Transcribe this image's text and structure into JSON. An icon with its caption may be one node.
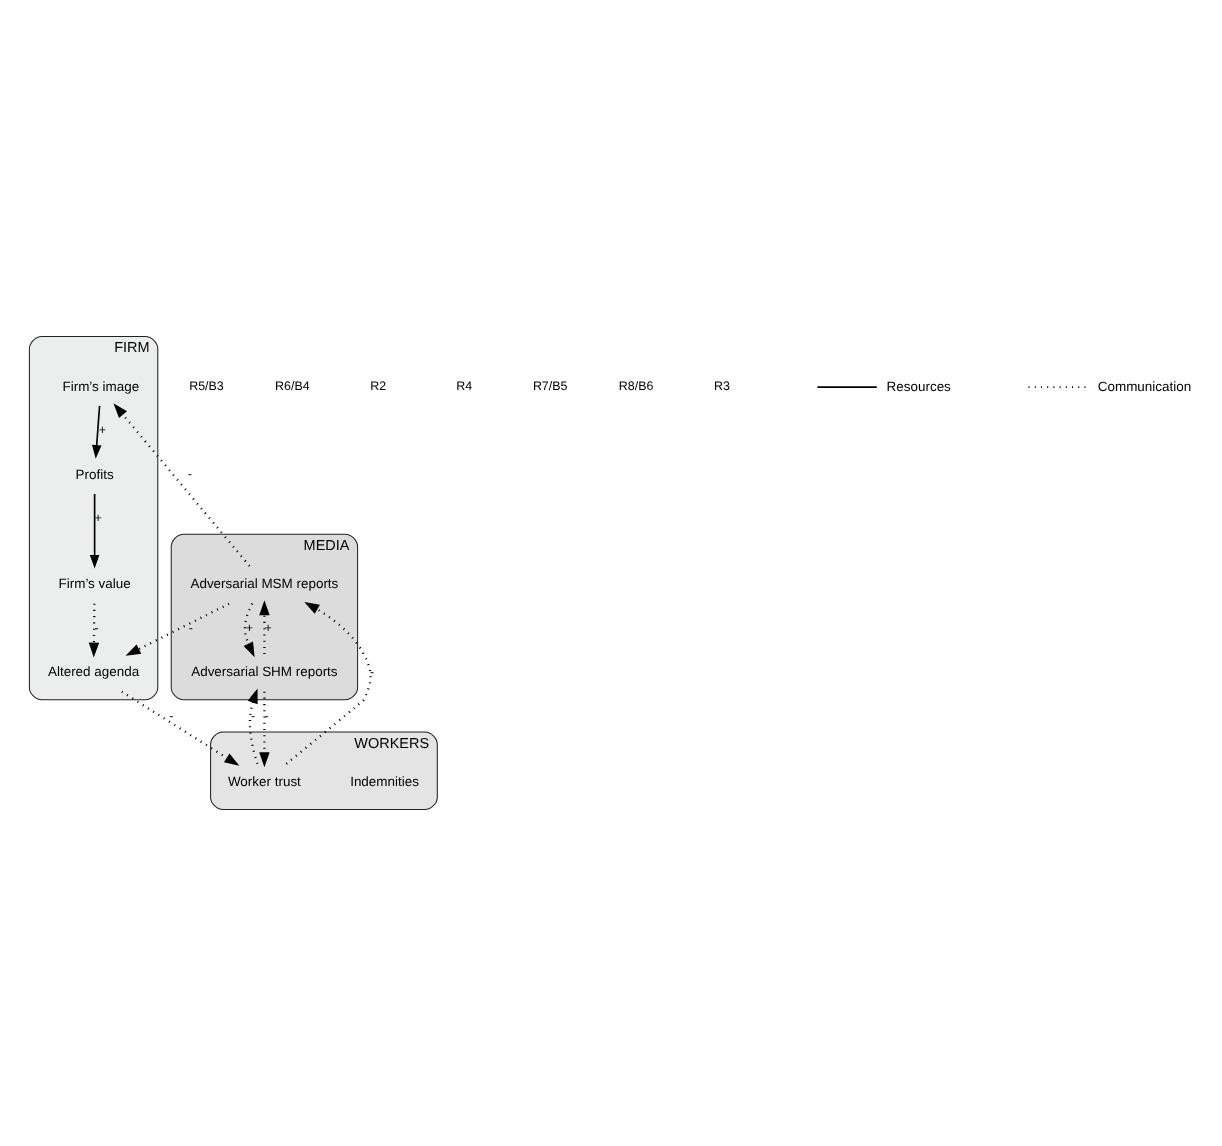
{
  "diagram": {
    "nodes": [
      {
        "text": [
          "FIRM"
        ]
      },
      {
        "text": [
          "Firm’s value"
        ],
        "in": 0
      },
      {
        "text": [
          "Profits"
        ],
        "in": 0
      },
      {
        "text": [
          "Altered agenda"
        ],
        "in": 0
      },
      {
        "text": [
          "Firm’s image"
        ],
        "in": 0
      },
      {
        "text": [
          "WORKERS"
        ]
      },
      {
        "text": [
          "Indemnities"
        ],
        "in": 5
      },
      {
        "text": [
          "Worker trust"
        ],
        "in": 5
      },
      {
        "text": [
          "MEDIA"
        ]
      },
      {
        "text": [
          "Adversarial MSM reports"
        ],
        "in": 8
      },
      {
        "text": [
          "Adversarial SHM reports"
        ],
        "in": 8
      }
    ],
    "edges": [
      {
        "from": 2,
        "to": 1,
        "arrow": "to",
        "label": "+"
      },
      {
        "from": 4,
        "to": 2,
        "arrow": "to",
        "label": "+"
      },
      {
        "from": 1,
        "to": 3,
        "arrow": "to",
        "label": "-",
        "style": "dashed"
      },
      {
        "from": 3,
        "to": 7,
        "arrow": "to",
        "label": "-",
        "style": "dashed"
      },
      {
        "from": 9,
        "to": 3,
        "arrow": "to",
        "label": "-",
        "style": "dashed"
      },
      {
        "from": 9,
        "to": 4,
        "arrow": "to",
        "label": "-",
        "style": "dashed"
      },
      {
        "from": 7,
        "to": 9,
        "arrow": "to",
        "label": "-",
        "style": "dashed"
      },
      {
        "from": 7,
        "to": 10,
        "arrow": "to",
        "label": "-",
        "style": "dashed"
      },
      {
        "from": 10,
        "to": 7,
        "arrow": "to",
        "label": "-",
        "style": "dashed"
      },
      {
        "from": 9,
        "to": 10,
        "arrow": "to",
        "label": "+",
        "style": "dashed"
      },
      {
        "from": 10,
        "to": 9,
        "arrow": "to",
        "label": "+",
        "style": "dashed"
      }
    ],
    "labels": [
      "R5/B3",
      "R6/B4",
      "R2",
      "R4",
      "R7/B5",
      "R8/B6",
      "R3"
    ],
    "legend": [
      {
        "text": "Resources"
      },
      {
        "text": "Communication"
      }
    ]
  }
}
